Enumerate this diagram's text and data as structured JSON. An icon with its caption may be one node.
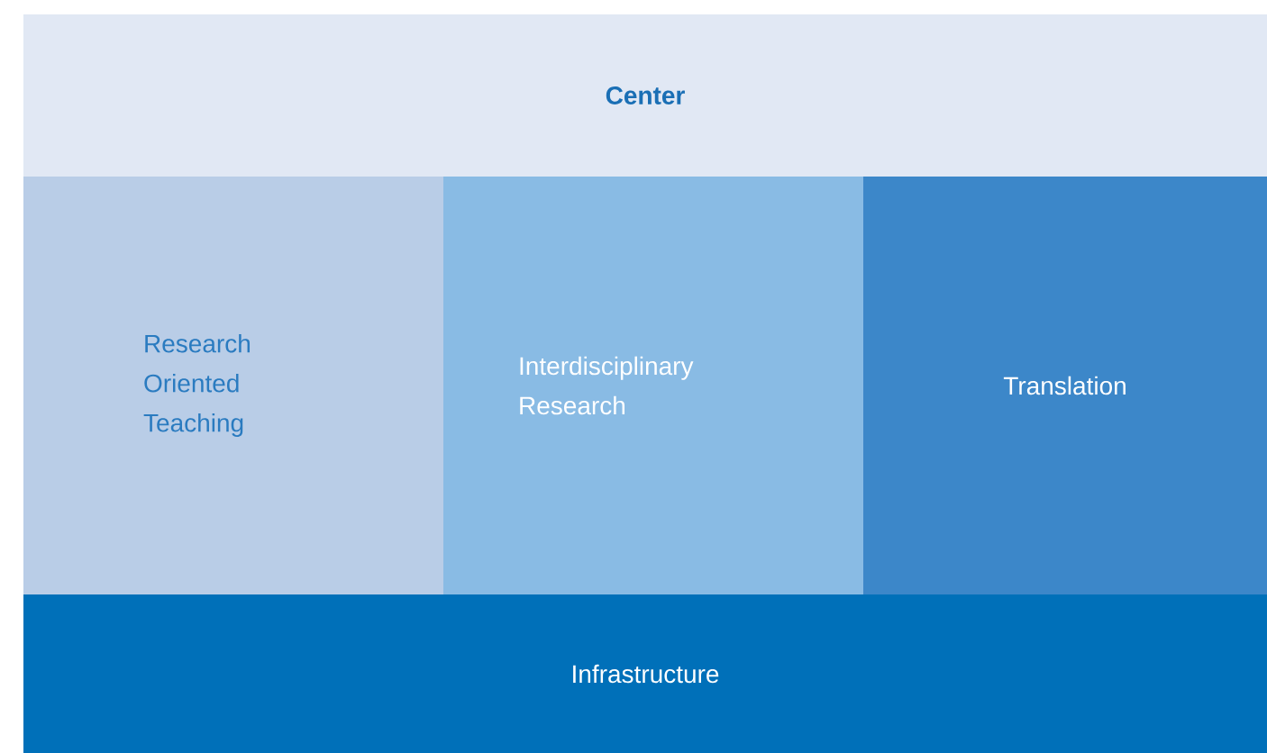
{
  "diagram": {
    "nodes": [
      {
        "text": [
          "**Center**"
        ]
      },
      {
        "text": [
          "Research Oriented Teaching"
        ]
      },
      {
        "text": [
          "Interdisciplinary Research"
        ]
      },
      {
        "text": [
          "Translation"
        ]
      },
      {
        "text": [
          "Infrastructure"
        ]
      }
    ]
  }
}
